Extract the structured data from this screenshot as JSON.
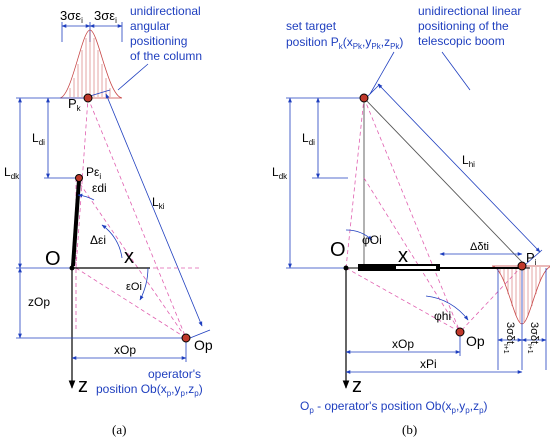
{
  "panel_a": {
    "caption": "(a)",
    "top_left_label": "3σε",
    "top_left_sub": "i",
    "top_right_label": "3σε",
    "top_right_sub": "i",
    "note_line1": "unidirectional",
    "note_line2": "angular",
    "note_line3": "positioning",
    "note_line4": "of the column",
    "pk": "P",
    "pk_sub": "k",
    "ldi": "L",
    "ldi_sub": "di",
    "ldk": "L",
    "ldk_sub": "dk",
    "lki": "L",
    "lki_sub": "ki",
    "pe": "Pε",
    "pe_sub": "i",
    "edi": "εdi",
    "delta": "Δεi",
    "eoi": "εOi",
    "origin": "O",
    "x_axis": "x",
    "z_axis": "z",
    "zop": "zOp",
    "xop": "xOp",
    "op": "Op",
    "operator_line1": "operator's",
    "operator_line2": "position Ob(x",
    "operator_line2_p": "p",
    "operator_line2_sep1": ",y",
    "operator_line2_p2": "p",
    "operator_line2_sep2": ",z",
    "operator_line2_p3": "p",
    "operator_line2_end": ")"
  },
  "panel_b": {
    "caption": "(b)",
    "target_line1": "set target",
    "target_line2": "position P",
    "target_line2_sub": "k",
    "target_line2_rest": "(x",
    "target_line2_rest_sub": "Pk",
    "target_line2_y": ",y",
    "target_line2_y_sub": "Pk",
    "target_line2_z": ",z",
    "target_line2_z_sub": "Pk",
    "target_line2_end": ")",
    "note_line1": "unidirectional linear",
    "note_line2": "positioning of the",
    "note_line3": "telescopic boom",
    "ldi": "L",
    "ldi_sub": "di",
    "ldk": "L",
    "ldk_sub": "dk",
    "lhi": "L",
    "lhi_sub": "hi",
    "origin": "O",
    "phi_oi": "φOi",
    "x_axis": "x",
    "delta_dt": "Δδti",
    "pi": "P",
    "pi_sub": "i",
    "phi_hi": "φhi",
    "xop": "xOp",
    "op": "Op",
    "xpi": "xPi",
    "z_axis": "z",
    "sigma1": "3σδt",
    "sigma1_sub": "i+1",
    "sigma2": "3σδt",
    "sigma2_sub": "i+1",
    "bottom_text": "O",
    "bottom_text_sub": "p",
    "bottom_text_rest": " - operator's position Ob(x",
    "bottom_p1": "p",
    "bottom_sep1": ",y",
    "bottom_p2": "p",
    "bottom_sep2": ",z",
    "bottom_p3": "p",
    "bottom_end": ")"
  },
  "colors": {
    "annotation_blue": "#1f3fbf",
    "dashed_pink": "#e060b0",
    "point_red": "#c0392b",
    "hatch_red": "#c84848"
  }
}
